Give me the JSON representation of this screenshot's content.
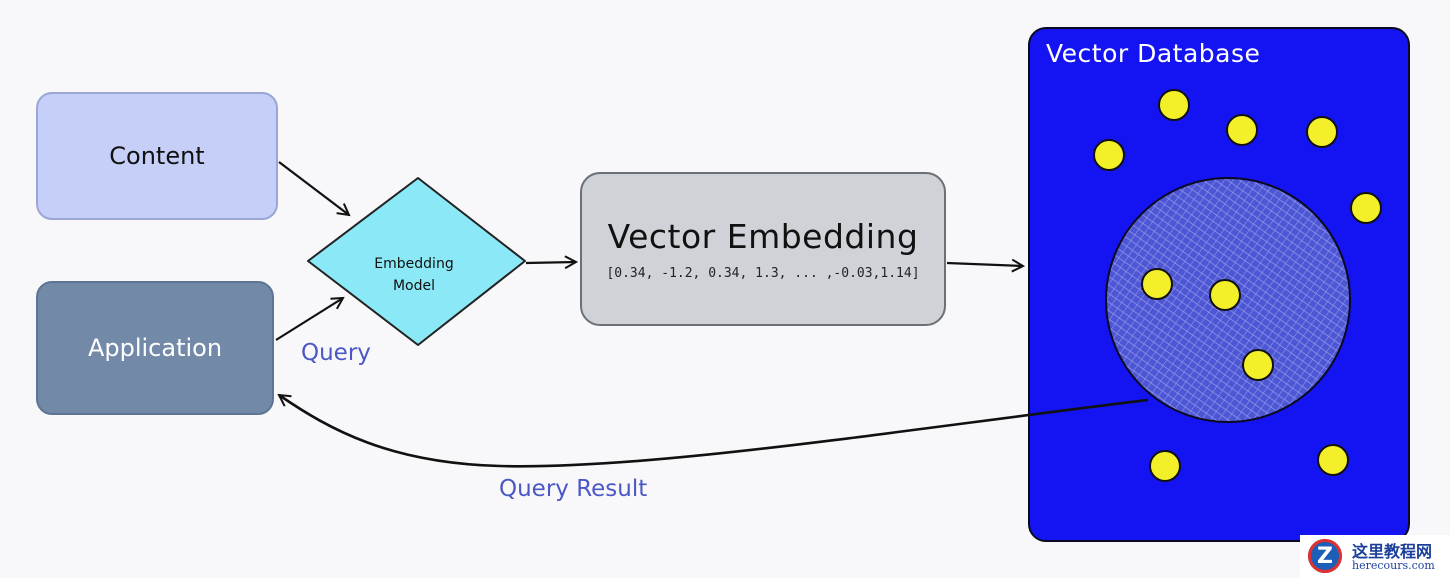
{
  "nodes": {
    "content": "Content",
    "application": "Application",
    "embedding_model": "Embedding\nModel",
    "vector_embedding": {
      "title": "Vector Embedding",
      "vector": "[0.34, -1.2, 0.34, 1.3, ... ,-0.03,1.14]"
    },
    "vector_database": "Vector Database"
  },
  "edges": {
    "query": "Query",
    "query_result": "Query Result"
  },
  "colors": {
    "content_fill": "#c5cff8",
    "application_fill": "#7289a8",
    "model_fill": "#8be9f7",
    "embedding_fill": "#cfd3d8",
    "database_fill": "#1414f2",
    "point_fill": "#f3f02a",
    "cluster_fill": "#5a63d6",
    "label_color": "#4c57c6"
  },
  "watermark": {
    "logo": "Z",
    "name": "这里教程网",
    "url": "herecours.com"
  }
}
